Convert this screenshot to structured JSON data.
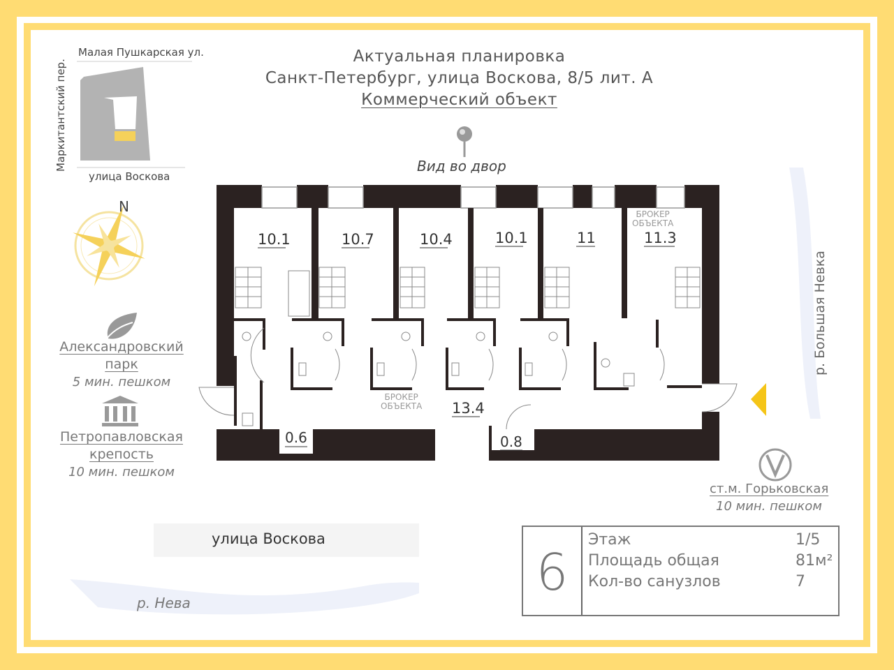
{
  "header": {
    "line1": "Актуальная планировка",
    "line2": "Санкт-Петербург, улица Воскова, 8/5 лит. А",
    "line3": "Коммерческий объект"
  },
  "minimap": {
    "top_street": "Малая Пушкарская ул.",
    "left_street": "Маркитантский пер.",
    "bottom_street": "улица Воскова"
  },
  "compass": {
    "north": "N"
  },
  "landmarks": [
    {
      "name_line1": "Александровский",
      "name_line2": "парк",
      "time": "5 мин. пешком",
      "icon": "leaf-icon"
    },
    {
      "name_line1": "Петропавловская",
      "name_line2": "крепость",
      "time": "10 мин. пешком",
      "icon": "museum-icon"
    }
  ],
  "view_label": "Вид во двор",
  "plan": {
    "rooms": [
      "10.1",
      "10.7",
      "10.4",
      "10.1",
      "11",
      "11.3"
    ],
    "corridor": "13.4",
    "small_rooms": [
      "0.6",
      "0.8"
    ],
    "watermark": [
      "БРОКЕР",
      "ОБЪЕКТА"
    ]
  },
  "river_right": "р. Большая Невка",
  "metro": {
    "station": "ст.м. Горьковская",
    "time": "10 мин. пешком",
    "icon": "metro-icon"
  },
  "street_bottom": "улица Воскова",
  "river_bottom": "р. Нева",
  "info": {
    "unit_number": "6",
    "rows": [
      {
        "label": "Этаж",
        "value": "1/5"
      },
      {
        "label": "Площадь общая",
        "value": "81м²"
      },
      {
        "label": "Кол-во санузлов",
        "value": "7"
      }
    ]
  },
  "colors": {
    "accent": "#ffdc73",
    "wall": "#2b2221",
    "text": "#555555"
  }
}
